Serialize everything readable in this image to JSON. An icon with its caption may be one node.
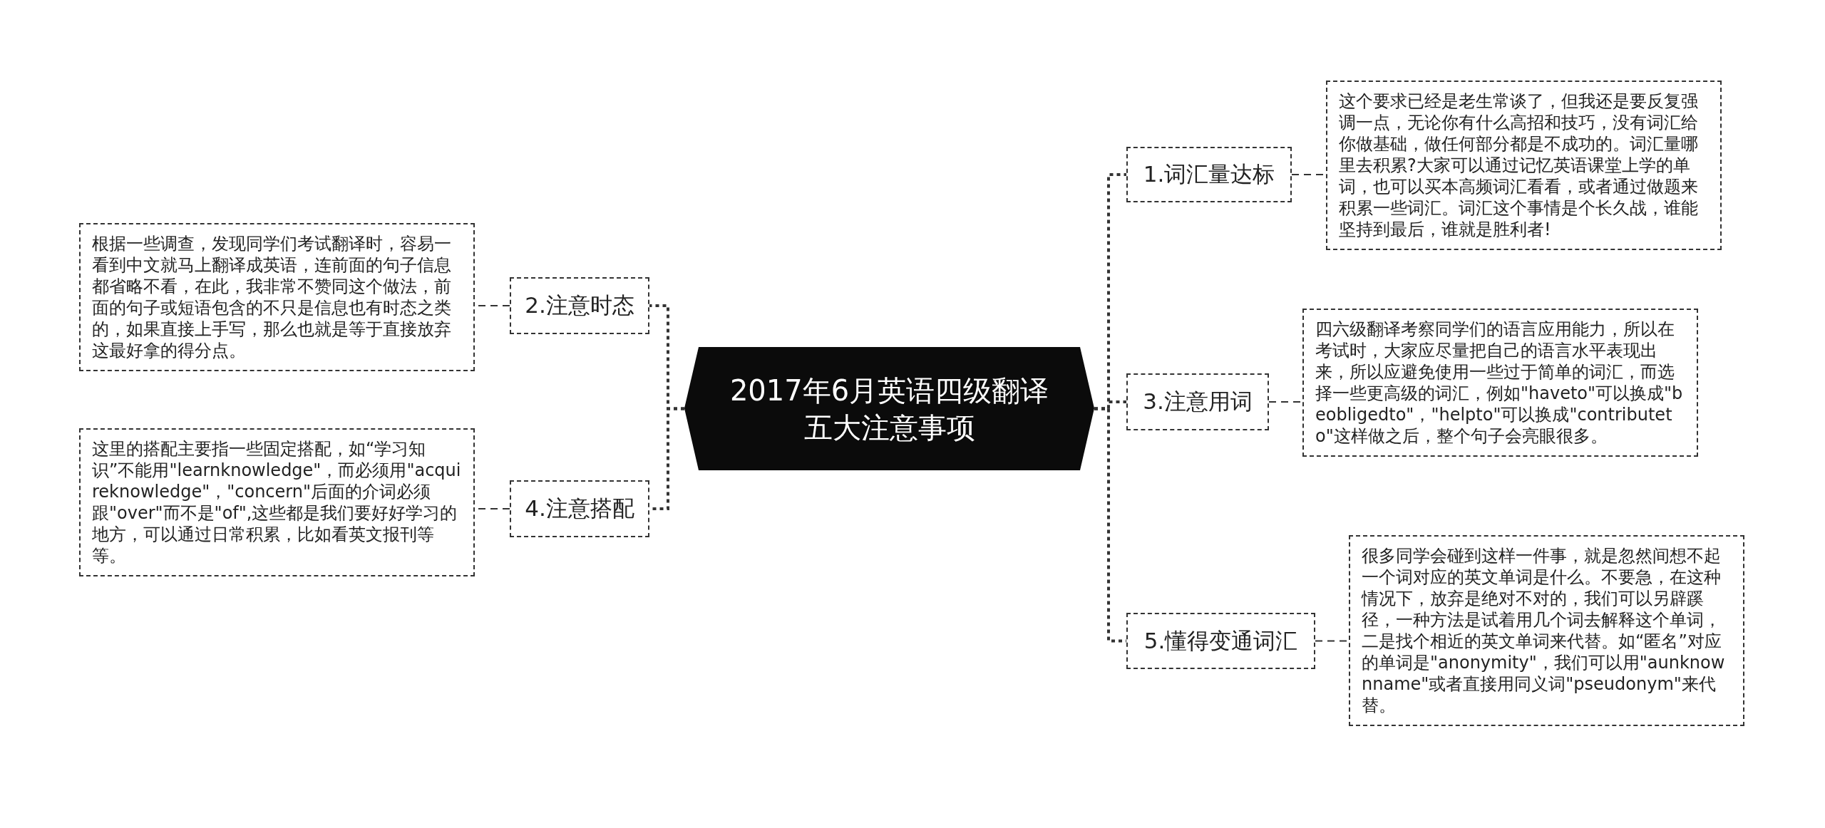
{
  "diagram": {
    "nodes": [
      {
        "text": [
          "2017年6月英语四级翻译五大注意事项"
        ]
      },
      {
        "text": [
          "1.词汇量达标"
        ]
      },
      {
        "text": [
          "这个要求已经是老生常谈了，但我还是要反复强调一点，无论你有什么高招和技巧，没有词汇给你做基础，做任何部分都是不成功的。词汇量哪里去积累?大家可以通过记忆英语课堂上学的单词，也可以买本高频词汇看看，或者通过做题来积累一些词汇。词汇这个事情是个长久战，谁能坚持到最后，谁就是胜利者!"
        ]
      },
      {
        "text": [
          "2.注意时态"
        ]
      },
      {
        "text": [
          "根据一些调查，发现同学们考试翻译时，容易一看到中文就马上翻译成英语，连前面的句子信息都省略不看，在此，我非常不赞同这个做法，前面的句子或短语包含的不只是信息也有时态之类的，如果直接上手写，那么也就是等于直接放弃这最好拿的得分点。"
        ]
      },
      {
        "text": [
          "3.注意用词"
        ]
      },
      {
        "text": [
          "四六级翻译考察同学们的语言应用能力，所以在考试时，大家应尽量把自己的语言水平表现出来，所以应避免使用一些过于简单的词汇，而选择一些更高级的词汇，例如\"haveto\"可以换成\"beobligedto\"，\"helpto\"可以换成\"contributeto\"这样做之后，整个句子会亮眼很多。"
        ]
      },
      {
        "text": [
          "4.注意搭配"
        ]
      },
      {
        "text": [
          "这里的搭配主要指一些固定搭配，如“学习知识”不能用\"learnknowledge\"，而必须用\"acquireknowledge\"，\"concern\"后面的介词必须跟\"over\"而不是\"of\",这些都是我们要好好学习的地方，可以通过日常积累，比如看英文报刊等等。"
        ]
      },
      {
        "text": [
          "5.懂得变通词汇"
        ]
      },
      {
        "text": [
          "很多同学会碰到这样一件事，就是忽然间想不起一个词对应的英文单词是什么。不要急，在这种情况下，放弃是绝对不对的，我们可以另辟蹊径，一种方法是试着用几个词去解释这个单词，二是找个相近的英文单词来代替。如“匿名”对应的单词是\"anonymity\"，我们可以用\"aunknownname\"或者直接用同义词\"pseudonym\"来代替。"
        ]
      }
    ],
    "edges": [
      {
        "from": 0,
        "to": 1,
        "arrow": "none"
      },
      {
        "from": 1,
        "to": 2,
        "arrow": "none"
      },
      {
        "from": 0,
        "to": 3,
        "arrow": "none"
      },
      {
        "from": 3,
        "to": 4,
        "arrow": "none"
      },
      {
        "from": 0,
        "to": 5,
        "arrow": "none"
      },
      {
        "from": 5,
        "to": 6,
        "arrow": "none"
      },
      {
        "from": 0,
        "to": 7,
        "arrow": "none"
      },
      {
        "from": 7,
        "to": 8,
        "arrow": "none"
      },
      {
        "from": 0,
        "to": 9,
        "arrow": "none"
      },
      {
        "from": 9,
        "to": 10,
        "arrow": "none"
      }
    ]
  }
}
